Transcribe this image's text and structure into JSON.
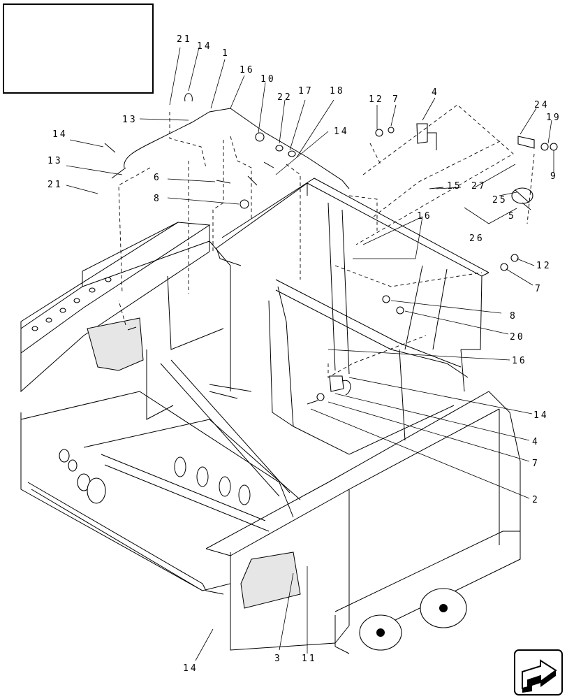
{
  "diagram": {
    "callouts": {
      "c21a": "21",
      "c14a": "14",
      "c1": "1",
      "c16a": "16",
      "c10": "10",
      "c22": "22",
      "c17": "17",
      "c18": "18",
      "c12a": "12",
      "c7a": "7",
      "c4a": "4",
      "c24": "24",
      "c19": "19",
      "c9": "9",
      "c13a": "13",
      "c14b": "14",
      "c13b": "13",
      "c21b": "21",
      "c6": "6",
      "c8a": "8",
      "c14c": "14",
      "c15": "15",
      "c16b": "16",
      "c27": "27",
      "c25": "25",
      "c5": "5",
      "c26": "26",
      "c12b": "12",
      "c7b": "7",
      "c8b": "8",
      "c20": "20",
      "c16c": "16",
      "c14d": "14",
      "c4b": "4",
      "c7c": "7",
      "c2": "2",
      "c14e": "14",
      "c3": "3",
      "c11": "11"
    }
  },
  "nav": {
    "icon": "next-page-arrow-icon"
  }
}
